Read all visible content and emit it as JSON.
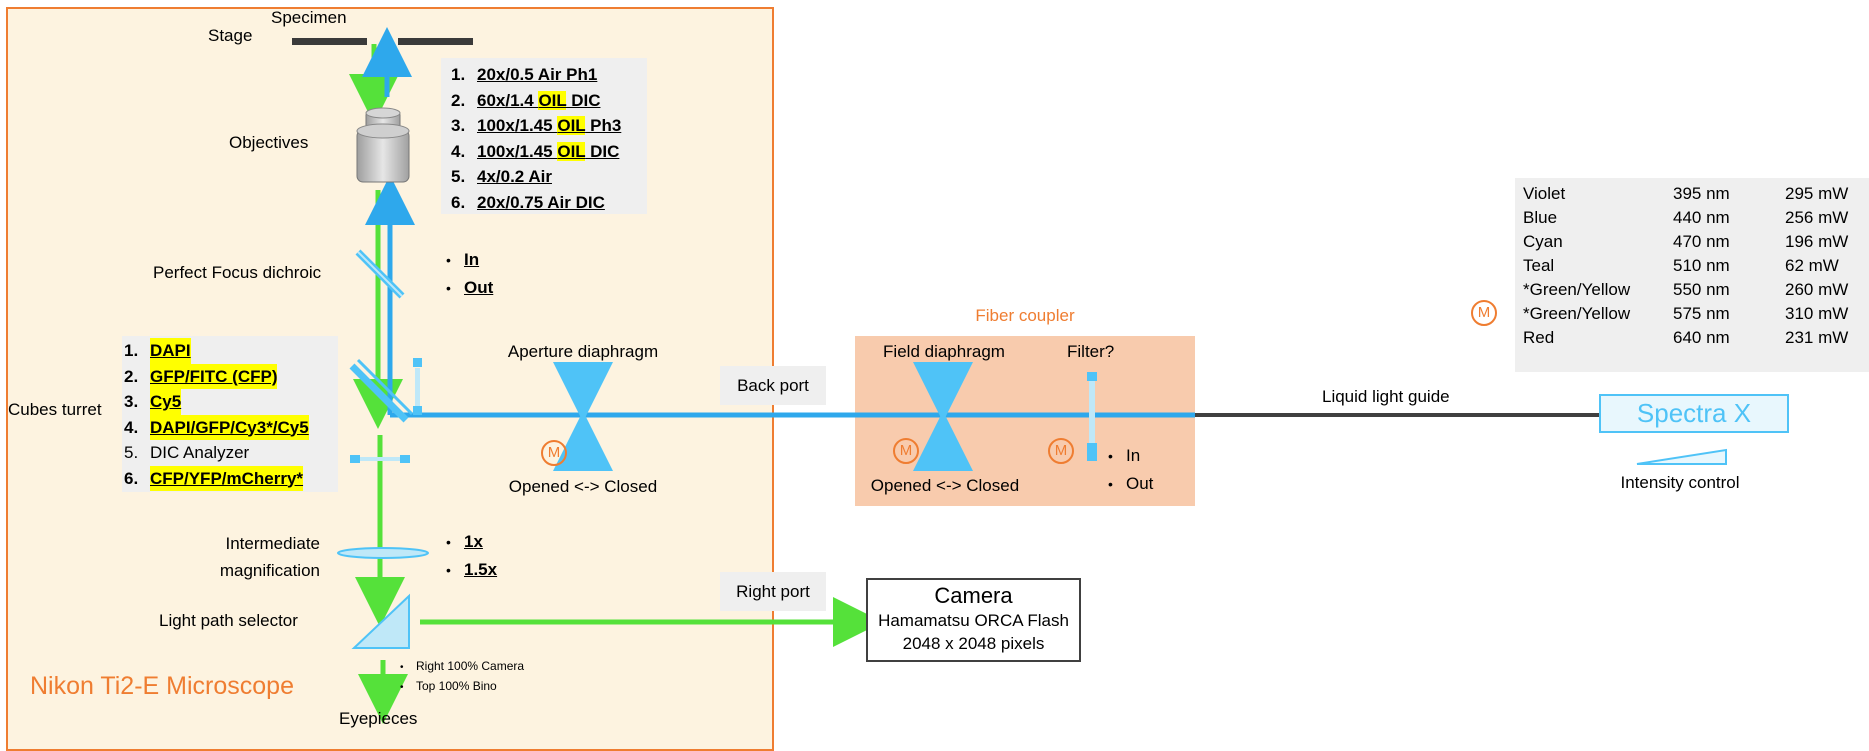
{
  "microscope": {
    "title": "Nikon Ti2-E Microscope",
    "specimen_label": "Specimen",
    "stage_label": "Stage",
    "objectives_label": "Objectives",
    "objectives": [
      {
        "num": "1.",
        "parts": [
          {
            "t": "20x/0.5 Air Ph1",
            "hl": false
          }
        ]
      },
      {
        "num": "2.",
        "parts": [
          {
            "t": "60x/1.4 ",
            "hl": false
          },
          {
            "t": "OIL",
            "hl": true
          },
          {
            "t": " DIC",
            "hl": false
          }
        ]
      },
      {
        "num": "3.",
        "parts": [
          {
            "t": "100x/1.45 ",
            "hl": false
          },
          {
            "t": "OIL",
            "hl": true
          },
          {
            "t": " Ph3",
            "hl": false
          }
        ]
      },
      {
        "num": "4.",
        "parts": [
          {
            "t": "100x/1.45 ",
            "hl": false
          },
          {
            "t": "OIL",
            "hl": true
          },
          {
            "t": " DIC",
            "hl": false
          }
        ]
      },
      {
        "num": "5.",
        "parts": [
          {
            "t": "4x/0.2 Air",
            "hl": false
          }
        ]
      },
      {
        "num": "6.",
        "parts": [
          {
            "t": "20x/0.75 Air DIC",
            "hl": false
          }
        ]
      }
    ],
    "pfs_label": "Perfect Focus dichroic",
    "pfs_options": [
      "In",
      "Out"
    ],
    "cubes_label": "Cubes turret",
    "cubes": [
      {
        "num": "1.",
        "text": "DAPI",
        "hl": true
      },
      {
        "num": "2.",
        "text": "GFP/FITC (CFP)",
        "hl": true
      },
      {
        "num": "3.",
        "text": "Cy5",
        "hl": true
      },
      {
        "num": "4.",
        "text": "DAPI/GFP/Cy3*/Cy5",
        "hl": true
      },
      {
        "num": "5.",
        "text": "DIC Analyzer",
        "hl": false
      },
      {
        "num": "6.",
        "text": "CFP/YFP/mCherry*",
        "hl": true
      }
    ],
    "aperture_label": "Aperture diaphragm",
    "aperture_state": "Opened <-> Closed",
    "intermediate_label": "Intermediate\nmagnification",
    "intermediate_options": [
      "1x",
      "1.5x"
    ],
    "light_path_label": "Light path selector",
    "light_path_options": [
      "Right 100% Camera",
      "Top 100% Bino"
    ],
    "eyepieces_label": "Eyepieces",
    "motor_symbol": "M"
  },
  "ports": {
    "back": "Back port",
    "right": "Right port"
  },
  "fiber_coupler": {
    "title": "Fiber coupler",
    "field_label": "Field diaphragm",
    "field_state": "Opened <-> Closed",
    "filter_label": "Filter?",
    "filter_options": [
      "In",
      "Out"
    ]
  },
  "light_guide_label": "Liquid light guide",
  "camera": {
    "title": "Camera",
    "model": "Hamamatsu ORCA Flash",
    "resolution": "2048 x 2048 pixels"
  },
  "light_source": {
    "name": "Spectra X",
    "intensity_label": "Intensity control",
    "lines": [
      {
        "color": "Violet",
        "wavelength": "395 nm",
        "power": "295 mW"
      },
      {
        "color": "Blue",
        "wavelength": "440 nm",
        "power": "256 mW"
      },
      {
        "color": "Cyan",
        "wavelength": "470 nm",
        "power": "196 mW"
      },
      {
        "color": "Teal",
        "wavelength": "510 nm",
        "power": "62 mW"
      },
      {
        "color": "*Green/Yellow",
        "wavelength": "550 nm",
        "power": "260 mW"
      },
      {
        "color": "*Green/Yellow",
        "wavelength": "575 nm",
        "power": "310 mW"
      },
      {
        "color": "Red",
        "wavelength": "640 nm",
        "power": "231 mW"
      }
    ]
  },
  "colors": {
    "excitation": "#2ea8ec",
    "emission": "#55e13a",
    "accent": "#ef7d31",
    "optic": "#4fc3f7"
  }
}
